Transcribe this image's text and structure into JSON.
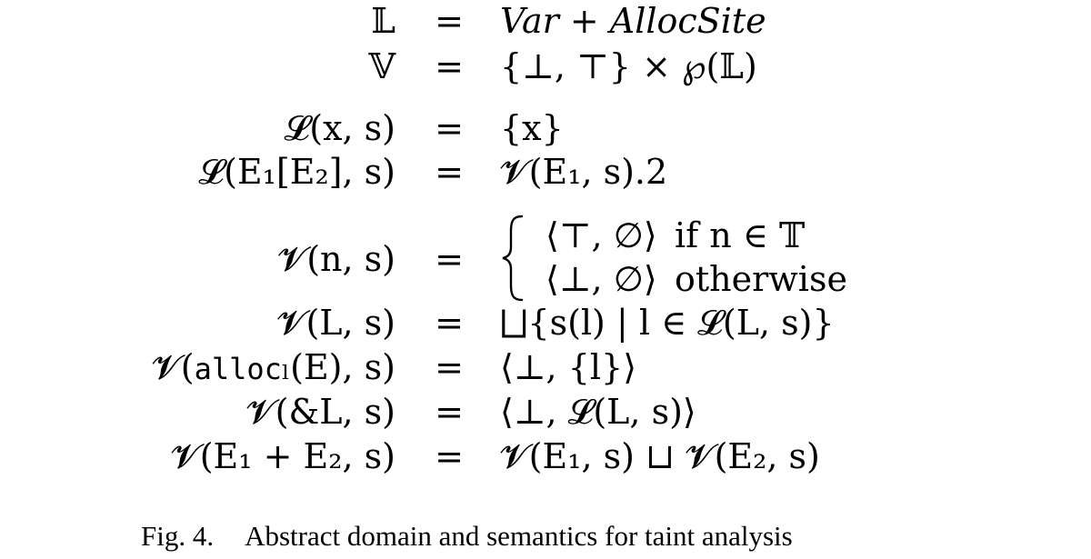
{
  "equations": [
    {
      "lhs": "𝕃",
      "eq": "=",
      "rhs": "Var + AllocSite"
    },
    {
      "lhs": "𝕍",
      "eq": "=",
      "rhs": "{⊥, ⊤} × ℘(𝕃)"
    },
    {
      "lhs": "𝓛(x, s)",
      "eq": "=",
      "rhs": "{x}"
    },
    {
      "lhs": "𝓛(E₁[E₂], s)",
      "eq": "=",
      "rhs": "𝓥(E₁, s).2"
    },
    {
      "lhs": "𝓥(n, s)",
      "eq": "=",
      "cases": [
        {
          "value": "⟨⊤, ∅⟩",
          "condition": "if n ∈ 𝕋"
        },
        {
          "value": "⟨⊥, ∅⟩",
          "condition": "otherwise"
        }
      ]
    },
    {
      "lhs": "𝓥(L, s)",
      "eq": "=",
      "rhs": "⨆{s(l) | l ∈ 𝓛(L, s)}"
    },
    {
      "lhs_prefix": "𝓥(",
      "lhs_code": "alloc",
      "lhs_suffix": "ₗ(E), s)",
      "eq": "=",
      "rhs": "⟨⊥, {l}⟩"
    },
    {
      "lhs": "𝓥(&L, s)",
      "eq": "=",
      "rhs": "⟨⊥, 𝓛(L, s)⟩"
    },
    {
      "lhs": "𝓥(E₁ + E₂, s)",
      "eq": "=",
      "rhs": "𝓥(E₁, s) ⊔ 𝓥(E₂, s)"
    }
  ],
  "caption": {
    "label": "Fig. 4.",
    "text": "Abstract domain and semantics for taint analysis"
  }
}
